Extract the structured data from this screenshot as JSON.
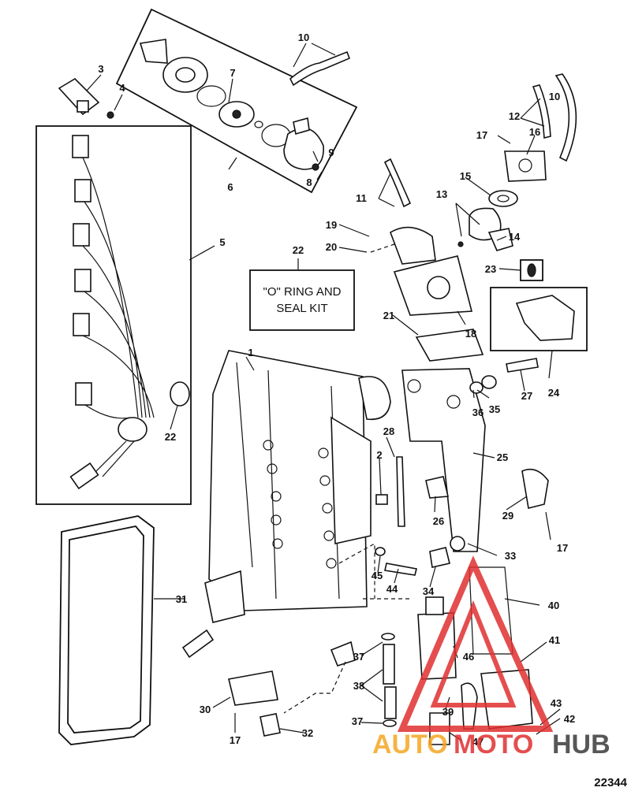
{
  "figure_number": "22344",
  "kit_box_text": [
    "\"O\" RING AND",
    "SEAL KIT"
  ],
  "watermark": {
    "auto": "AUTO",
    "moto": "MOTO",
    "hub": "HUB",
    "color_orange": "#f5a623",
    "color_red": "#e03030",
    "color_dark": "#3a3a3a"
  },
  "callouts": {
    "c1": "1",
    "c2": "2",
    "c3": "3",
    "c4": "4",
    "c5": "5",
    "c6": "6",
    "c7": "7",
    "c8": "8",
    "c9": "9",
    "c10a": "10",
    "c10b": "10",
    "c11": "11",
    "c12": "12",
    "c13": "13",
    "c14": "14",
    "c15": "15",
    "c16": "16",
    "c17a": "17",
    "c17b": "17",
    "c17c": "17",
    "c18": "18",
    "c19": "19",
    "c20": "20",
    "c21": "21",
    "c22a": "22",
    "c22b": "22",
    "c23": "23",
    "c24": "24",
    "c25": "25",
    "c26": "26",
    "c27": "27",
    "c28": "28",
    "c29": "29",
    "c30": "30",
    "c31": "31",
    "c32": "32",
    "c33": "33",
    "c34": "34",
    "c35": "35",
    "c36": "36",
    "c37a": "37",
    "c37b": "37",
    "c38": "38",
    "c39": "39",
    "c40": "40",
    "c41": "41",
    "c42": "42",
    "c43": "43",
    "c44": "44",
    "c45": "45",
    "c46": "46",
    "c47": "47"
  }
}
